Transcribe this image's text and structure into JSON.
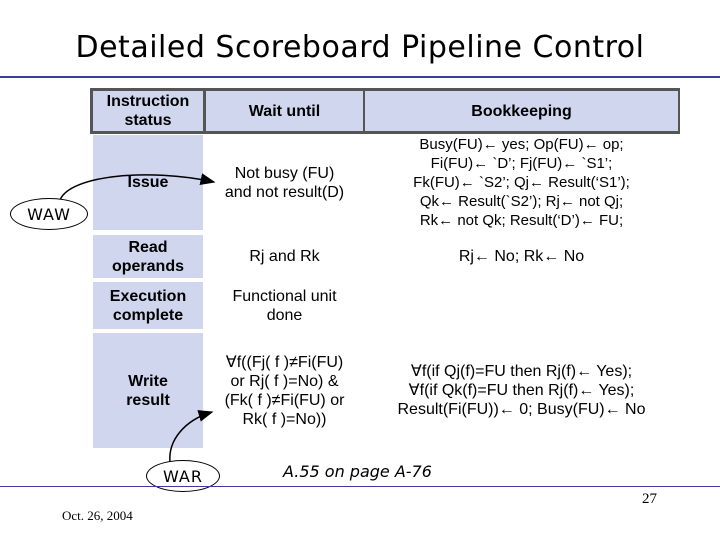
{
  "title": "Detailed Scoreboard Pipeline Control",
  "table": {
    "headers": {
      "col1": [
        "Instruction",
        "status"
      ],
      "col2": [
        "Wait until"
      ],
      "col3": [
        "Bookkeeping"
      ]
    },
    "rows": [
      {
        "stage": [
          "Issue"
        ],
        "wait": [
          "Not busy (FU)",
          "and not result(D)"
        ],
        "book": [
          "Busy(FU)← yes; Op(FU)← op;",
          "Fi(FU)← `D’; Fj(FU)← `S1’;",
          "Fk(FU)← `S2’; Qj← Result(‘S1’);",
          "Qk← Result(`S2’); Rj← not Qj;",
          "Rk← not Qk; Result(‘D’)← FU;"
        ]
      },
      {
        "stage": [
          "Read",
          "operands"
        ],
        "wait": [
          "Rj and Rk"
        ],
        "book": [
          "Rj← No; Rk← No"
        ]
      },
      {
        "stage": [
          "Execution",
          "complete"
        ],
        "wait": [
          "Functional unit",
          "done"
        ],
        "book": []
      },
      {
        "stage": [
          "Write",
          "result"
        ],
        "wait": [
          "∀f((Fj( f )≠Fi(FU)",
          "or Rj( f )=No) &",
          "(Fk( f )≠Fi(FU) or",
          "Rk( f )=No))"
        ],
        "book": [
          "∀f(if Qj(f)=FU then Rj(f)← Yes);",
          "∀f(if Qk(f)=FU then Rj(f)← Yes);",
          "Result(Fi(FU))← 0; Busy(FU)← No"
        ]
      }
    ]
  },
  "annotations": {
    "waw": "WAW",
    "war": "WAR",
    "reference": "A.55 on page A-76"
  },
  "footer": {
    "date": "Oct. 26, 2004",
    "page_number": "27"
  },
  "colors": {
    "cell_fill": "#cfd6ee",
    "rule": "#3c3c9a"
  }
}
